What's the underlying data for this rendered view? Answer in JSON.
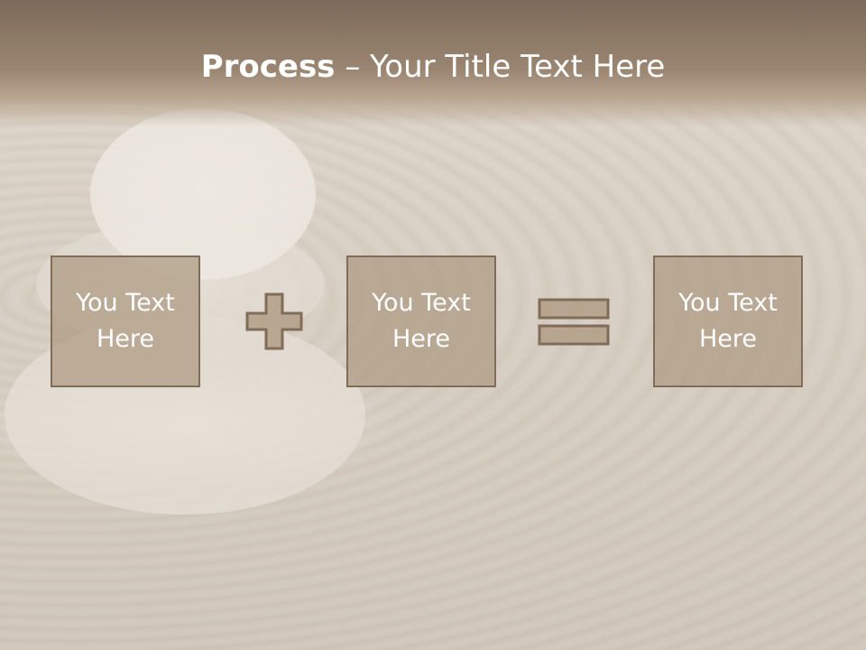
{
  "slide": {
    "title_bold": "Process",
    "title_rest": " – Your Title Text Here"
  },
  "process": {
    "boxes": [
      {
        "line1": "You Text",
        "line2": "Here"
      },
      {
        "line1": "You Text",
        "line2": "Here"
      },
      {
        "line1": "You Text",
        "line2": "Here"
      }
    ],
    "operators": [
      "plus",
      "equals"
    ]
  },
  "colors": {
    "header_top": "#7b6b5a",
    "box_fill": "#b09e86",
    "box_border": "#7f6d5a",
    "text": "#ffffff"
  }
}
